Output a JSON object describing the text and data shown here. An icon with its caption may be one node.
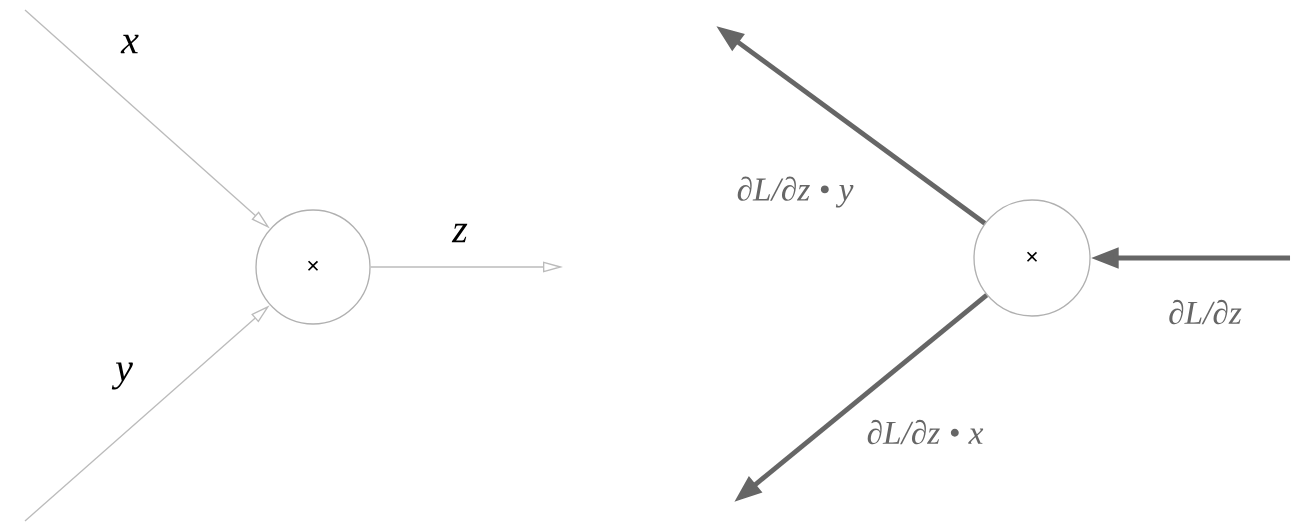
{
  "diagram": {
    "nodes": [
      {
        "text": [
          "×"
        ]
      },
      {
        "text": [
          "×"
        ]
      }
    ],
    "edges": [
      {
        "from": null,
        "to": 0,
        "arrow": "to",
        "label": "x"
      },
      {
        "from": null,
        "to": 0,
        "arrow": "to",
        "label": "y"
      },
      {
        "from": 0,
        "to": null,
        "arrow": "to",
        "label": "z"
      },
      {
        "from": null,
        "to": 1,
        "arrow": "to",
        "label": "∂L/∂z",
        "style": "thick",
        "color": "#666666"
      },
      {
        "from": 1,
        "to": null,
        "arrow": "to",
        "label": "∂L/∂z • y",
        "style": "thick",
        "color": "#666666"
      },
      {
        "from": 1,
        "to": null,
        "arrow": "to",
        "label": "∂L/∂z • x",
        "style": "thick",
        "color": "#666666"
      }
    ]
  }
}
